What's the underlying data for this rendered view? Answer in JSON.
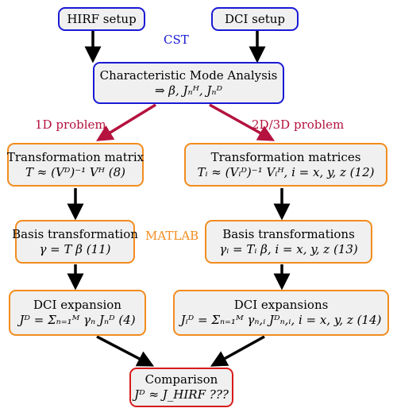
{
  "nodes": {
    "hirf_setup": {
      "line1": "HIRF setup"
    },
    "dci_setup": {
      "line1": "DCI setup"
    },
    "cma": {
      "line1": "Characteristic Mode Analysis",
      "line2": "⇒ β, Jₙᴴ, Jₙᴰ"
    },
    "transform_1d": {
      "line1": "Transformation matrix",
      "line2": "T ≈ (Vᴰ)⁻¹ Vᴴ (8)"
    },
    "transform_3d": {
      "line1": "Transformation matrices",
      "line2": "Tᵢ ≈ (Vᵢᴰ)⁻¹ Vᵢᴴ, i = x, y, z (12)"
    },
    "basis_1d": {
      "line1": "Basis transformation",
      "line2": "γ = T β (11)"
    },
    "basis_3d": {
      "line1": "Basis transformations",
      "line2": "γᵢ = Tᵢ β, i = x, y, z (13)"
    },
    "dci_1d": {
      "line1": "DCI expansion",
      "line2": "Jᴰ = Σₙ₌₁ᴹ γₙ Jₙᴰ (4)"
    },
    "dci_3d": {
      "line1": "DCI expansions",
      "line2": "Jᵢᴰ = Σₙ₌₁ᴹ γₙ,ᵢ Jᴰₙ,ᵢ, i = x, y, z (14)"
    },
    "comparison": {
      "line1": "Comparison",
      "line2": "Jᴰ ≈ J_HIRF ???"
    }
  },
  "labels": {
    "cst": "CST",
    "one_d": "1D problem",
    "three_d": "2D/3D problem",
    "matlab": "MATLAB"
  },
  "colors": {
    "blue": "#1a1ad6",
    "orange": "#f28c1e",
    "red": "#d81b1b",
    "crimson_arrow": "#b5123f",
    "box_fill": "#f0f0f0"
  }
}
